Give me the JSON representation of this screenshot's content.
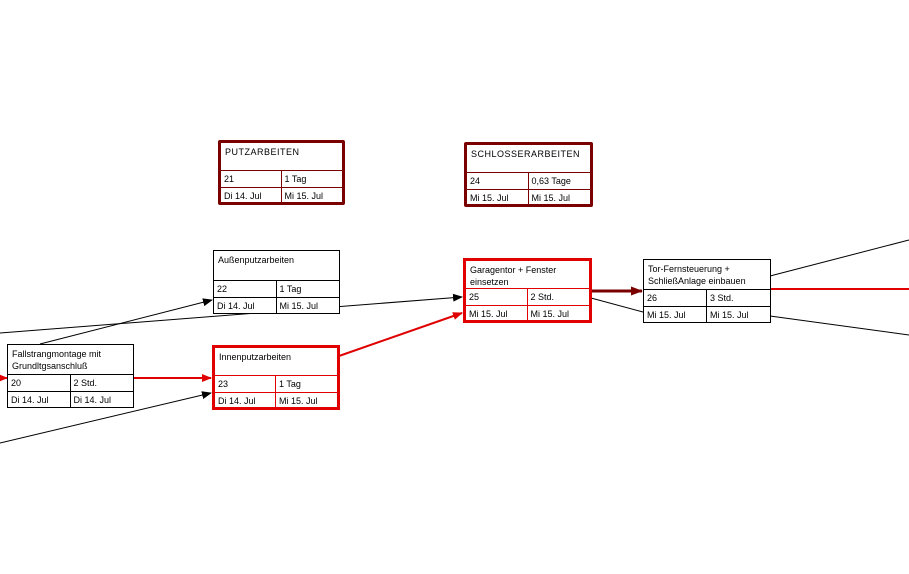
{
  "colors": {
    "critical": "#e00000",
    "summary": "#7a0000",
    "normal": "#000000"
  },
  "nodes": {
    "putz": {
      "name": "PUTZARBEITEN",
      "id": "21",
      "duration": "1 Tag",
      "start": "Di 14. Jul",
      "finish": "Mi 15. Jul"
    },
    "schlosser": {
      "name": "SCHLOSSERARBEITEN",
      "id": "24",
      "duration": "0,63 Tage",
      "start": "Mi 15. Jul",
      "finish": "Mi 15. Jul"
    },
    "aussen": {
      "name": "Außenputzarbeiten",
      "id": "22",
      "duration": "1 Tag",
      "start": "Di 14. Jul",
      "finish": "Mi 15. Jul"
    },
    "fall": {
      "name": "Fallstrangmontage mit Grundltgsanschluß",
      "id": "20",
      "duration": "2 Std.",
      "start": "Di 14. Jul",
      "finish": "Di 14. Jul"
    },
    "innen": {
      "name": "Innenputzarbeiten",
      "id": "23",
      "duration": "1 Tag",
      "start": "Di 14. Jul",
      "finish": "Mi 15. Jul"
    },
    "garage": {
      "name": "Garagentor + Fenster einsetzen",
      "id": "25",
      "duration": "2 Std.",
      "start": "Mi 15. Jul",
      "finish": "Mi 15. Jul"
    },
    "tor": {
      "name": "Tor-Fernsteuerung + SchließAnlage einbauen",
      "id": "26",
      "duration": "3 Std.",
      "start": "Mi 15. Jul",
      "finish": "Mi 15. Jul"
    }
  }
}
